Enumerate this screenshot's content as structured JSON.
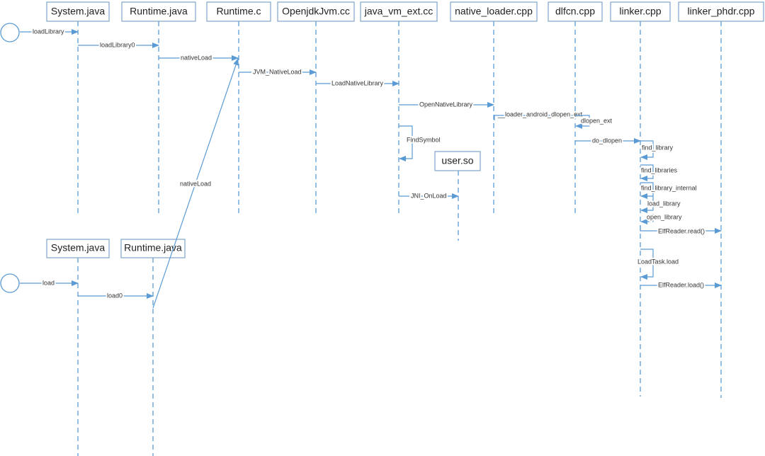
{
  "participants_top": [
    "System.java",
    "Runtime.java",
    "Runtime.c",
    "OpenjdkJvm.cc",
    "java_vm_ext.cc",
    "native_loader.cpp",
    "dlfcn.cpp",
    "linker.cpp",
    "linker_phdr.cpp"
  ],
  "participants_bottom": [
    "System.java",
    "Runtime.java"
  ],
  "user_so": "user.so",
  "messages": {
    "loadLibrary": "loadLibrary",
    "loadLibrary0": "loadLibrary0",
    "nativeLoad": "nativeLoad",
    "jvm_nativeload": "JVM_NativeLoad",
    "loadNativeLibrary": "LoadNativeLibrary",
    "openNativeLibrary": "OpenNativeLibrary",
    "loader_dlopen_ext": "__loader_android_dlopen_ext",
    "dlopen_ext": "dlopen_ext",
    "findSymbol": "FindSymbol",
    "do_dlopen": "do_dlopen",
    "find_library": "find_library",
    "find_libraries": "find_libraries",
    "find_library_internal": "find_library_internal",
    "load_library": "load_library",
    "open_library": "open_library",
    "elf_read": "ElfReader.read()",
    "loadtask_load": "LoadTask.load",
    "elf_load": "ElfReader.load()",
    "jni_onload": "JNI_OnLoad",
    "load": "load",
    "load0": "load0",
    "nativeLoad2": "nativeLoad"
  },
  "colors": {
    "line": "#5b9bd5",
    "box_border": "#7fa3c8"
  }
}
